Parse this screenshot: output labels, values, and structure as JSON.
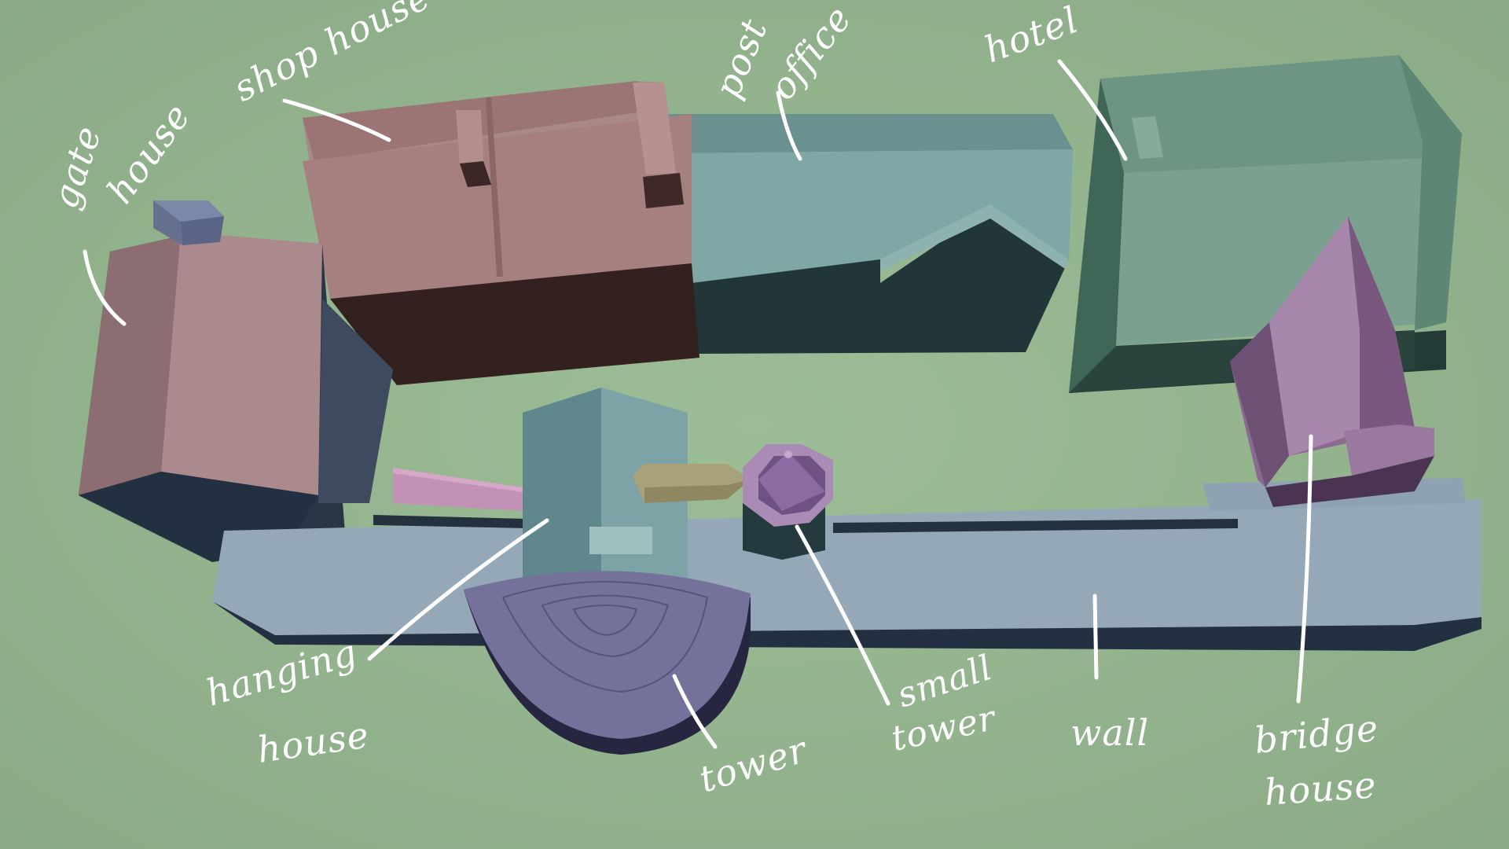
{
  "colors": {
    "ground": "#93b48e",
    "gate_house": "#a8868a",
    "shop_house": "#a5807f",
    "post_office": "#79a2a2",
    "hotel": "#6f9a85",
    "bridge_house": "#9c7ba0",
    "tower": "#6f6c93",
    "wall": "#93a6b4",
    "hanging_house": "#6b9398",
    "label": "#ffffff"
  },
  "labels": {
    "gate_house": [
      "gate",
      "house"
    ],
    "shop_house": [
      "shop house"
    ],
    "post_office": [
      "post",
      "office"
    ],
    "hotel": [
      "hotel"
    ],
    "hanging_house": [
      "hanging",
      "house"
    ],
    "tower": [
      "tower"
    ],
    "small_tower": [
      "small",
      "tower"
    ],
    "wall": [
      "wall"
    ],
    "bridge_house": [
      "bridge",
      "house"
    ]
  }
}
